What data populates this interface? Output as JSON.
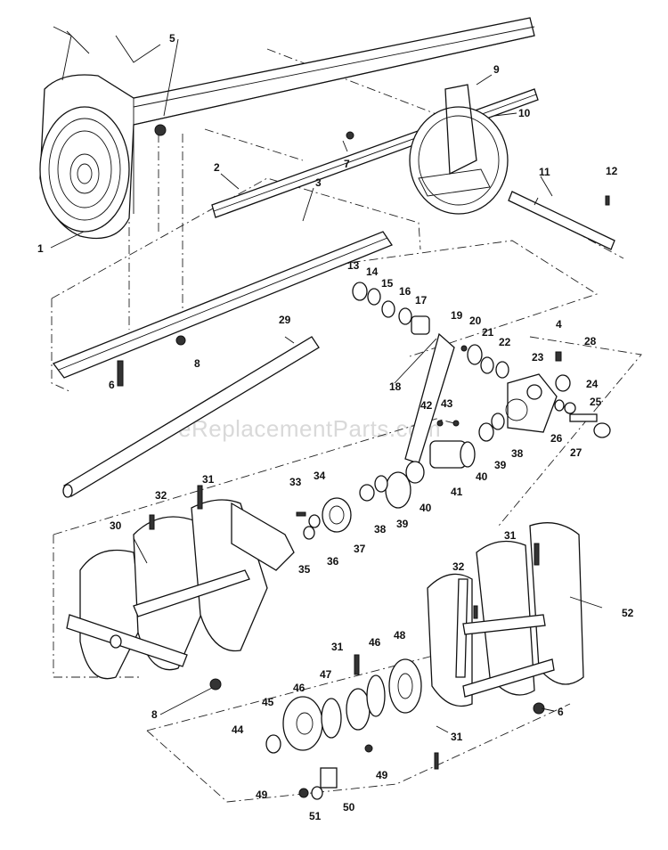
{
  "watermark": "eReplacementParts.com",
  "callouts": [
    {
      "id": "c1",
      "text": "1"
    },
    {
      "id": "c2",
      "text": "2"
    },
    {
      "id": "c3",
      "text": "3"
    },
    {
      "id": "c4",
      "text": "4"
    },
    {
      "id": "c5",
      "text": "5"
    },
    {
      "id": "c6a",
      "text": "6"
    },
    {
      "id": "c6b",
      "text": "6"
    },
    {
      "id": "c7",
      "text": "7"
    },
    {
      "id": "c8a",
      "text": "8"
    },
    {
      "id": "c8b",
      "text": "8"
    },
    {
      "id": "c9",
      "text": "9"
    },
    {
      "id": "c10",
      "text": "10"
    },
    {
      "id": "c11",
      "text": "11"
    },
    {
      "id": "c12",
      "text": "12"
    },
    {
      "id": "c13",
      "text": "13"
    },
    {
      "id": "c14",
      "text": "14"
    },
    {
      "id": "c15",
      "text": "15"
    },
    {
      "id": "c16",
      "text": "16"
    },
    {
      "id": "c17",
      "text": "17"
    },
    {
      "id": "c18",
      "text": "18"
    },
    {
      "id": "c19",
      "text": "19"
    },
    {
      "id": "c20",
      "text": "20"
    },
    {
      "id": "c21",
      "text": "21"
    },
    {
      "id": "c22",
      "text": "22"
    },
    {
      "id": "c23",
      "text": "23"
    },
    {
      "id": "c24",
      "text": "24"
    },
    {
      "id": "c25",
      "text": "25"
    },
    {
      "id": "c26",
      "text": "26"
    },
    {
      "id": "c27",
      "text": "27"
    },
    {
      "id": "c28",
      "text": "28"
    },
    {
      "id": "c29",
      "text": "29"
    },
    {
      "id": "c30",
      "text": "30"
    },
    {
      "id": "c31a",
      "text": "31"
    },
    {
      "id": "c31b",
      "text": "31"
    },
    {
      "id": "c31c",
      "text": "31"
    },
    {
      "id": "c31d",
      "text": "31"
    },
    {
      "id": "c32a",
      "text": "32"
    },
    {
      "id": "c32b",
      "text": "32"
    },
    {
      "id": "c33",
      "text": "33"
    },
    {
      "id": "c34",
      "text": "34"
    },
    {
      "id": "c35",
      "text": "35"
    },
    {
      "id": "c36",
      "text": "36"
    },
    {
      "id": "c37",
      "text": "37"
    },
    {
      "id": "c38a",
      "text": "38"
    },
    {
      "id": "c38b",
      "text": "38"
    },
    {
      "id": "c39a",
      "text": "39"
    },
    {
      "id": "c39b",
      "text": "39"
    },
    {
      "id": "c40a",
      "text": "40"
    },
    {
      "id": "c40b",
      "text": "40"
    },
    {
      "id": "c41",
      "text": "41"
    },
    {
      "id": "c42",
      "text": "42"
    },
    {
      "id": "c43",
      "text": "43"
    },
    {
      "id": "c44",
      "text": "44"
    },
    {
      "id": "c45",
      "text": "45"
    },
    {
      "id": "c46a",
      "text": "46"
    },
    {
      "id": "c46b",
      "text": "46"
    },
    {
      "id": "c47",
      "text": "47"
    },
    {
      "id": "c48",
      "text": "48"
    },
    {
      "id": "c49a",
      "text": "49"
    },
    {
      "id": "c49b",
      "text": "49"
    },
    {
      "id": "c50",
      "text": "50"
    },
    {
      "id": "c51",
      "text": "51"
    },
    {
      "id": "c52",
      "text": "52"
    }
  ]
}
